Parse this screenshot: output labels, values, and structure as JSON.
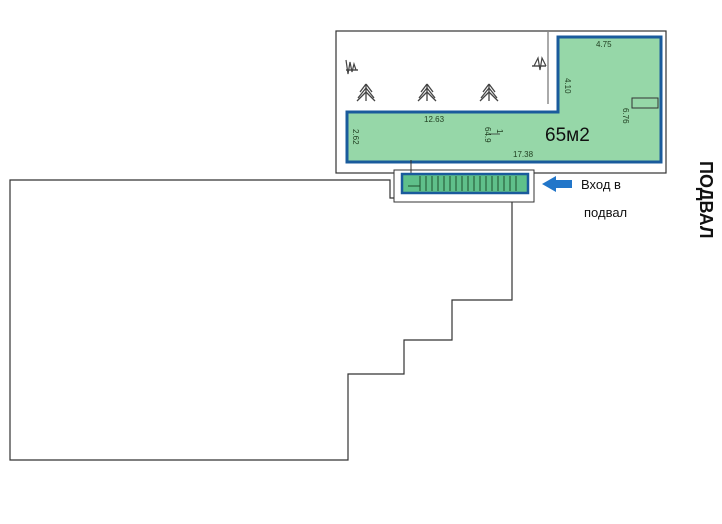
{
  "labels": {
    "area": "65м2",
    "entrance_line1": "Вход  в",
    "entrance_line2": "подвал",
    "floor": "ПОДВАЛ"
  },
  "dimensions": {
    "top": "4.75",
    "upper_vertical": "4.10",
    "right_vertical": "6.76",
    "inner_horizontal": "12.63",
    "left_vertical": "2.62",
    "bottom": "17.38",
    "room_number": "1",
    "room_area": "64.9"
  },
  "colors": {
    "room_fill": "#96d7a8",
    "room_border": "#1a5b9c",
    "stair_fill": "#5fc08a",
    "arrow": "#2276c9",
    "wall": "#333333"
  },
  "icons": {
    "entrance": "arrow-left-icon",
    "plant": "plant-icon",
    "stairs": "stairs-icon"
  }
}
